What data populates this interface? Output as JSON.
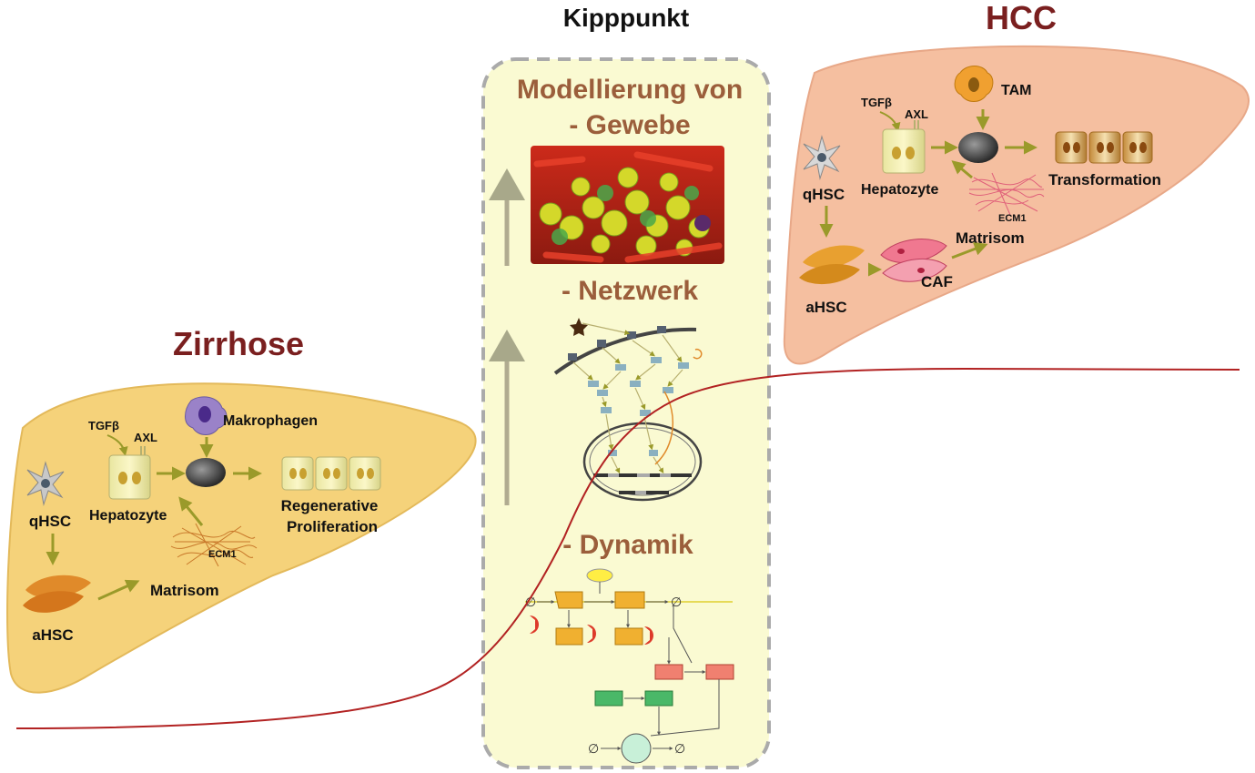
{
  "center": {
    "title": "Kipppunkt",
    "heading": "Modellierung von",
    "item_tissue": "- Gewebe",
    "item_network": "- Netzwerk",
    "item_dynamics": "- Dynamik"
  },
  "cirrhosis": {
    "title": "Zirrhose",
    "tgfb": "TGFβ",
    "axl": "AXL",
    "macrophages": "Makrophagen",
    "hepatocyte": "Hepatozyte",
    "regen_line1": "Regenerative",
    "regen_line2": "Proliferation",
    "qhsc": "qHSC",
    "ecm1": "ECM1",
    "matrisome": "Matrisom",
    "ahsc": "aHSC"
  },
  "hcc": {
    "title": "HCC",
    "tgfb": "TGFβ",
    "axl": "AXL",
    "tam": "TAM",
    "qhsc": "qHSC",
    "hepatocyte": "Hepatozyte",
    "transformation": "Transformation",
    "ecm1": "ECM1",
    "matrisome": "Matrisom",
    "caf": "CAF",
    "ahsc": "aHSC"
  },
  "dynamics_symbols": {
    "degradation": "∅"
  },
  "colors": {
    "liver_cirrhosis": "#f5d27a",
    "liver_hcc": "#f5bfa0",
    "panel_fill": "#fafad2",
    "panel_border": "#aaaaaa",
    "title_red": "#7a1f1f",
    "heading_brown": "#9b5e3b",
    "arrow_olive": "#9a9a2a",
    "curve": "#b22222"
  }
}
